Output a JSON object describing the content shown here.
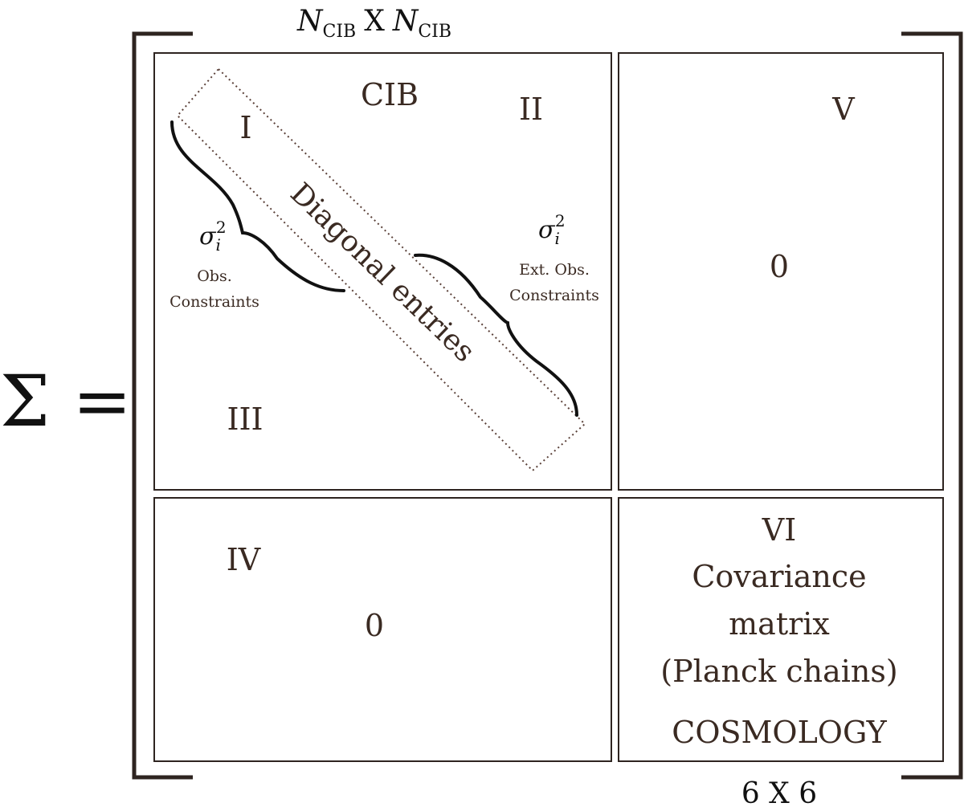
{
  "matrix": {
    "lhs": "Σ =",
    "top_size": {
      "n": "N",
      "sub": "CIB",
      "x": "X"
    },
    "bottom_size": "6 X 6"
  },
  "blocks": {
    "I": "I",
    "II": "II",
    "III": "III",
    "IV": "IV",
    "IV_value": "0",
    "V": "V",
    "V_value": "0",
    "VI": "VI",
    "VI_line1": "Covariance",
    "VI_line2": "matrix",
    "VI_line3": "(Planck chains)",
    "VI_caption": "COSMOLOGY",
    "cib_label": "CIB"
  },
  "diagonal": {
    "label": "Diagonal entries",
    "left_sigma": {
      "sym": "σ",
      "sub": "i",
      "sup": "2"
    },
    "left_line1": "Obs.",
    "left_line2": "Constraints",
    "right_sigma": {
      "sym": "σ",
      "sub": "i",
      "sup": "2"
    },
    "right_line1": "Ext. Obs.",
    "right_line2": "Constraints"
  }
}
